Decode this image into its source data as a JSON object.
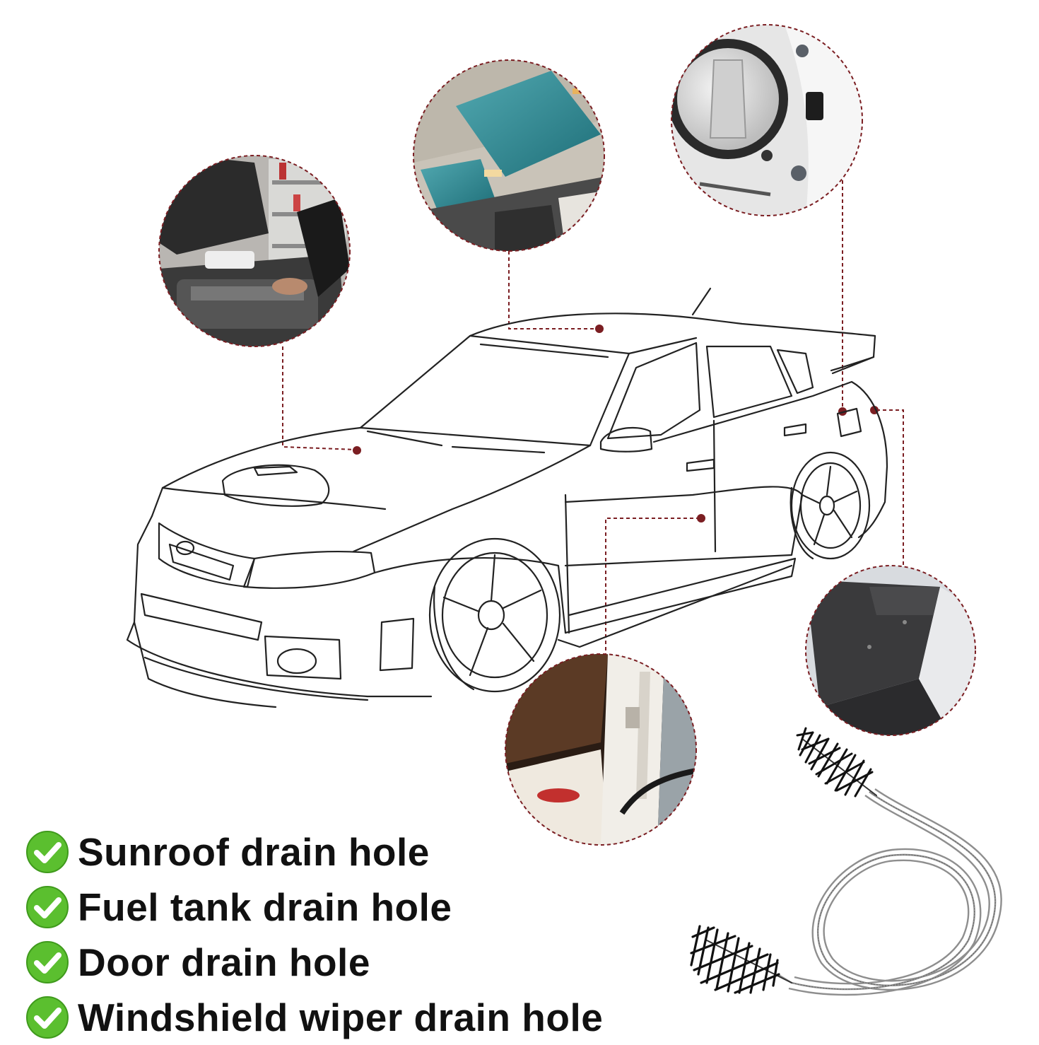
{
  "colors": {
    "accent": "#7b1e22",
    "check_green": "#5bbf2f",
    "line_art": "#222222",
    "text": "#111111"
  },
  "features": [
    {
      "label": "Sunroof drain hole",
      "icon": "check-circle-icon"
    },
    {
      "label": "Fuel tank drain hole",
      "icon": "check-circle-icon"
    },
    {
      "label": "Door drain hole",
      "icon": "check-circle-icon"
    },
    {
      "label": "Windshield wiper drain hole",
      "icon": "check-circle-icon"
    }
  ],
  "photo_callouts": [
    {
      "name": "engine-bay-photo",
      "icon": "engine-bay-icon"
    },
    {
      "name": "sunroof-photo",
      "icon": "sunroof-icon"
    },
    {
      "name": "fuel-cap-photo",
      "icon": "fuel-cap-icon"
    },
    {
      "name": "trunk-photo",
      "icon": "trunk-icon"
    },
    {
      "name": "door-frame-photo",
      "icon": "door-frame-icon"
    }
  ],
  "product": {
    "icon": "flexible-brush-icon"
  }
}
